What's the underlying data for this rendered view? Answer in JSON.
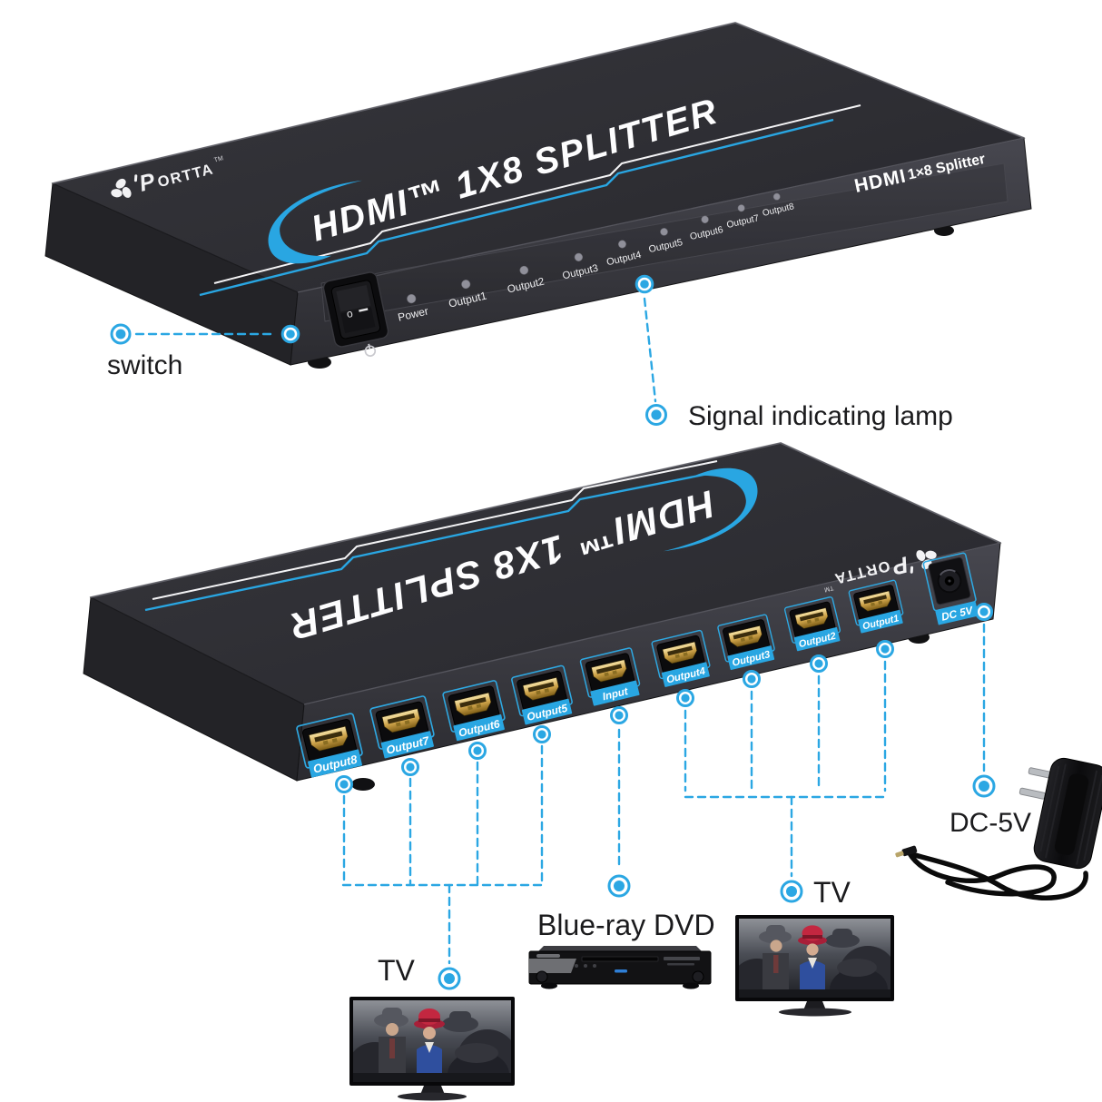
{
  "colors": {
    "accent": "#29a6e2",
    "device_body": "#2e2e33",
    "background": "#ffffff"
  },
  "brand": {
    "p": "P",
    "name": "ORTTA",
    "tm": "TM"
  },
  "device_top": {
    "title": "HDMI™ 1X8 SPLITTER",
    "badge": {
      "hdmi": "HDMI",
      "model": "1×8 Splitter"
    },
    "switch": {
      "off_mark": "o"
    },
    "leds": [
      {
        "label": "Power"
      },
      {
        "label": "Output1"
      },
      {
        "label": "Output2"
      },
      {
        "label": "Output3"
      },
      {
        "label": "Output4"
      },
      {
        "label": "Output5"
      },
      {
        "label": "Output6"
      },
      {
        "label": "Output7"
      },
      {
        "label": "Output8"
      }
    ]
  },
  "device_bottom": {
    "title": "HDMI™ 1X8 SPLITTER",
    "ports": [
      {
        "label": "Output8"
      },
      {
        "label": "Output7"
      },
      {
        "label": "Output6"
      },
      {
        "label": "Output5"
      },
      {
        "label": "Input"
      },
      {
        "label": "Output4"
      },
      {
        "label": "Output3"
      },
      {
        "label": "Output2"
      },
      {
        "label": "Output1"
      }
    ],
    "dc_port": {
      "label": "DC 5V"
    }
  },
  "annotations": {
    "switch": "switch",
    "signal_lamp": "Signal indicating lamp",
    "tv_left": "TV",
    "blu_ray": "Blue-ray DVD",
    "tv_right": "TV",
    "dc": "DC-5V"
  }
}
